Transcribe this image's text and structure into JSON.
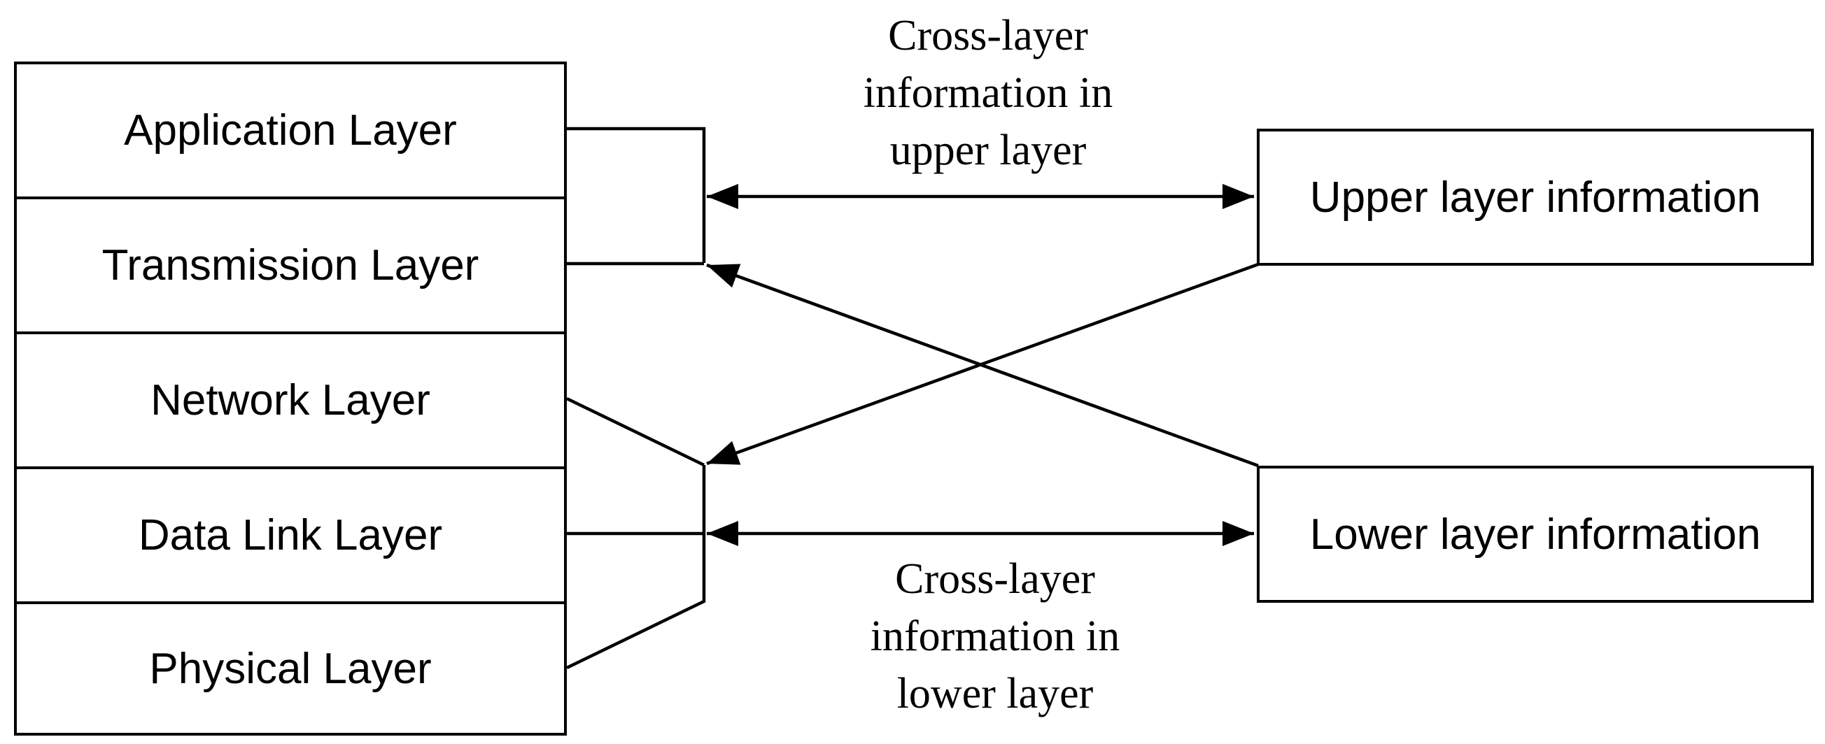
{
  "layers": [
    "Application Layer",
    "Transmission Layer",
    "Network Layer",
    "Data Link Layer",
    "Physical Layer"
  ],
  "upper_box": {
    "label": "Upper layer information"
  },
  "lower_box": {
    "label": "Lower layer information"
  },
  "upper_caption": {
    "lines": [
      "Cross-layer",
      "information in",
      "upper layer"
    ]
  },
  "lower_caption": {
    "lines": [
      "Cross-layer",
      "information in",
      "lower layer"
    ]
  }
}
